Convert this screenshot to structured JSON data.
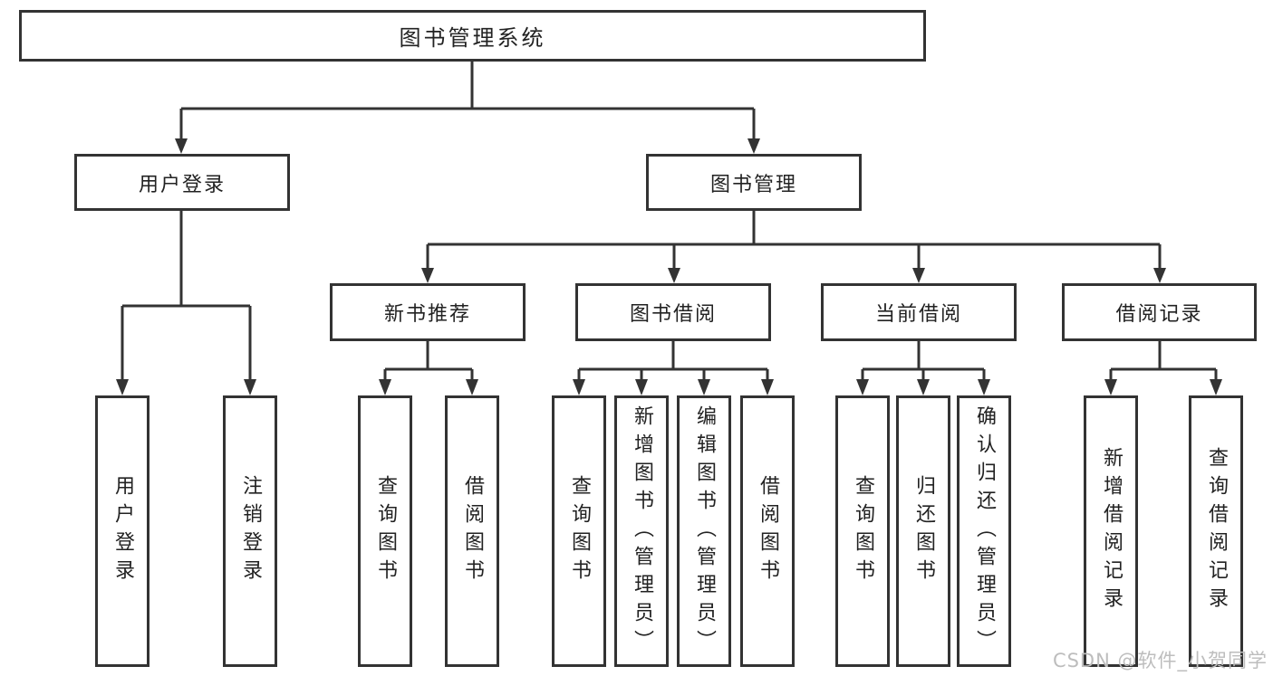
{
  "diagram": {
    "root": {
      "label": "图书管理系统",
      "children": [
        {
          "label": "用户登录",
          "children": [
            {
              "label": "用户登录"
            },
            {
              "label": "注销登录"
            }
          ]
        },
        {
          "label": "图书管理",
          "children": [
            {
              "label": "新书推荐",
              "children": [
                {
                  "label": "查询图书"
                },
                {
                  "label": "借阅图书"
                }
              ]
            },
            {
              "label": "图书借阅",
              "children": [
                {
                  "label": "查询图书"
                },
                {
                  "label": "新增图书（管理员）"
                },
                {
                  "label": "编辑图书（管理员）"
                },
                {
                  "label": "借阅图书"
                }
              ]
            },
            {
              "label": "当前借阅",
              "children": [
                {
                  "label": "查询图书"
                },
                {
                  "label": "归还图书"
                },
                {
                  "label": "确认归还（管理员）"
                }
              ]
            },
            {
              "label": "借阅记录",
              "children": [
                {
                  "label": "新增借阅记录"
                },
                {
                  "label": "查询借阅记录"
                }
              ]
            }
          ]
        }
      ]
    }
  },
  "watermark": {
    "text": "CSDN @软件_小贺同学"
  },
  "colors": {
    "line": "#333333",
    "box_border": "#333333",
    "text": "#222222",
    "background": "#ffffff",
    "watermark": "#bdbdbd"
  }
}
